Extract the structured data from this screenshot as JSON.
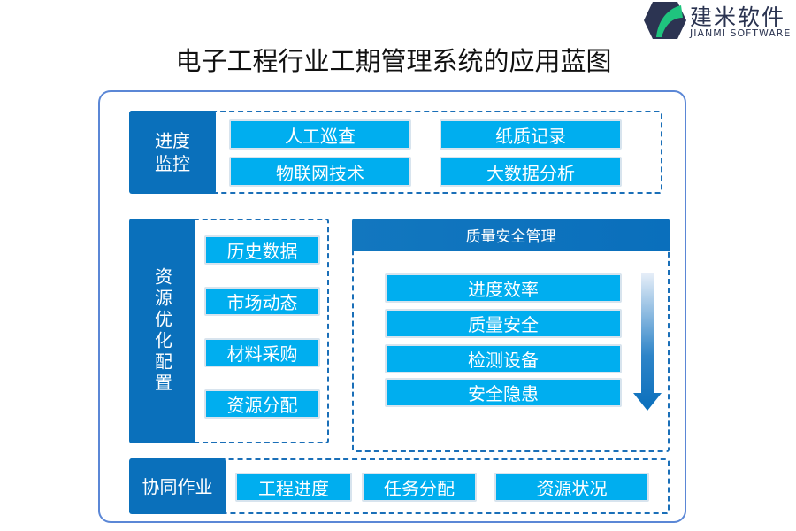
{
  "logo": {
    "name": "建米软件",
    "subtitle": "JIANMI SOFTWARE"
  },
  "title": "电子工程行业工期管理系统的应用蓝图",
  "progress_monitoring": {
    "label": "进度\n监控",
    "items": [
      "人工巡查",
      "纸质记录",
      "物联网技术",
      "大数据分析"
    ]
  },
  "resource_optimization": {
    "label": "资源优化配置",
    "items": [
      "历史数据",
      "市场动态",
      "材料采购",
      "资源分配"
    ]
  },
  "quality_safety": {
    "label": "质量安全管理",
    "items": [
      "进度效率",
      "质量安全",
      "检测设备",
      "安全隐患"
    ]
  },
  "collaboration": {
    "label": "协同作业",
    "items": [
      "工程进度",
      "任务分配",
      "资源状况"
    ]
  }
}
